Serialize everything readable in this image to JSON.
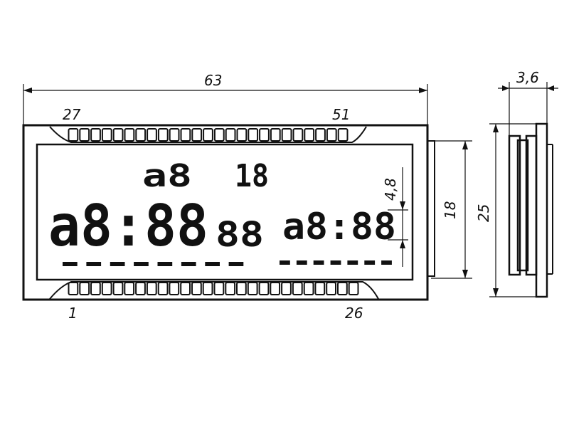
{
  "dimensions": {
    "overall_width": "63",
    "overall_height": "25",
    "window_height": "18",
    "thickness": "3,6",
    "digit_height": "4,8"
  },
  "pins": {
    "top_left": "27",
    "top_right": "51",
    "bottom_left": "1",
    "bottom_right": "26",
    "top_count": 25,
    "bottom_count": 26
  },
  "display": {
    "top_small_left": "a8",
    "top_small_right": "18",
    "main_clock": "a8:88",
    "main_seconds": "88",
    "right_clock": "a8:88",
    "left_dash_count": 8,
    "right_dash_count": 7
  }
}
